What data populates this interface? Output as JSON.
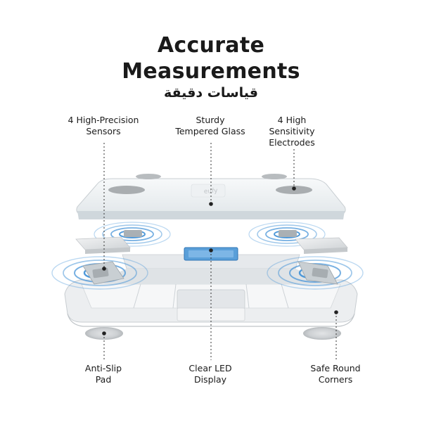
{
  "title": {
    "line1": "Accurate",
    "line2": "Measurements",
    "arabic": "قياسات دقيقة"
  },
  "labels": {
    "sensors": {
      "line1": "4 High-Precision",
      "line2": "Sensors"
    },
    "glass": {
      "line1": "Sturdy",
      "line2": "Tempered Glass"
    },
    "electrodes": {
      "line1": "4 High",
      "line2": "Sensitivity",
      "line3": "Electrodes"
    },
    "pad": {
      "line1": "Anti-Slip",
      "line2": "Pad"
    },
    "display": {
      "line1": "Clear LED",
      "line2": "Display"
    },
    "corners": {
      "line1": "Safe Round",
      "line2": "Corners"
    }
  },
  "brand": "eufy",
  "colors": {
    "accent_blue": "#3d8fd6",
    "text": "#1a1a1a",
    "frame": "#e9ecef"
  }
}
